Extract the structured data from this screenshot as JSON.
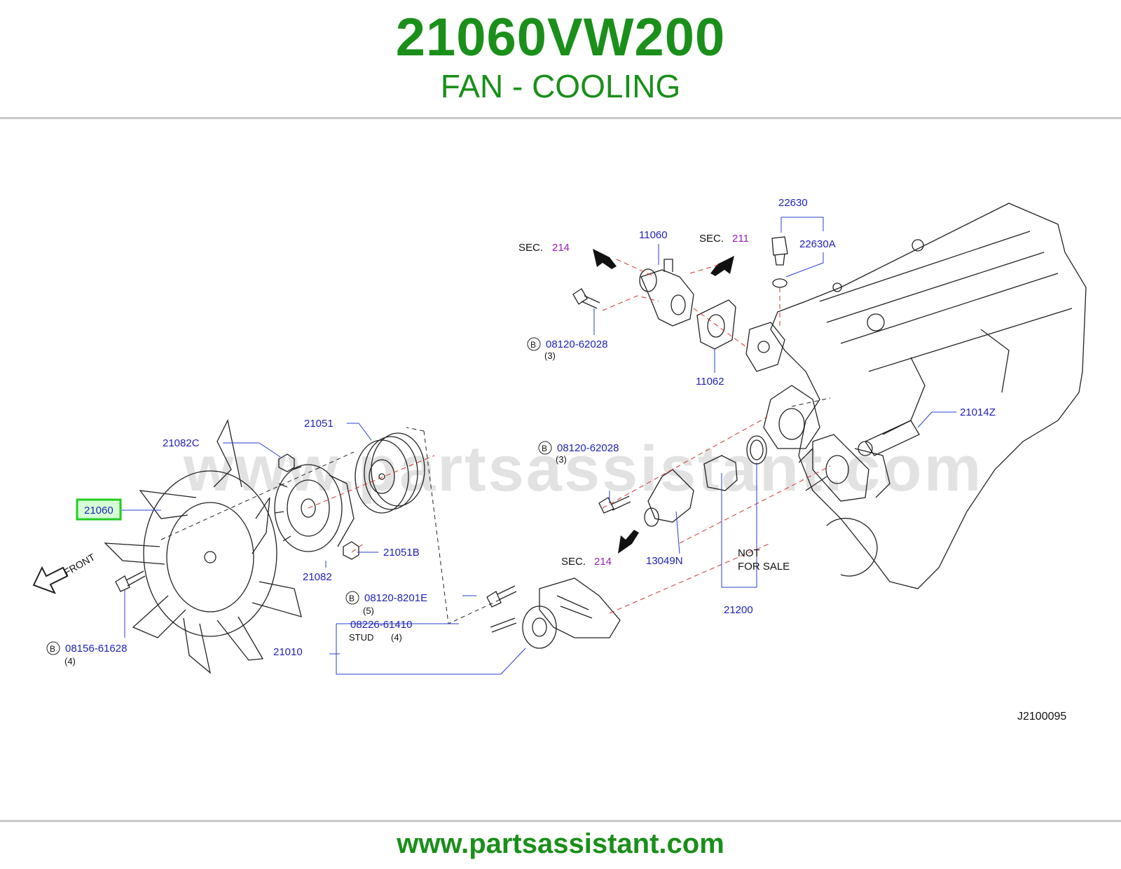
{
  "header": {
    "part_number": "21060VW200",
    "title": "FAN - COOLING"
  },
  "diagram": {
    "watermark": "www.partsassistant.com",
    "drawing_code": "J2100095",
    "labels": {
      "p21060": "21060",
      "p21082C": "21082C",
      "p21051": "21051",
      "p21051B": "21051B",
      "p21082": "21082",
      "p21010": "21010",
      "p08156": "08156-61628",
      "p08156_qty": "(4)",
      "p08120_8201E": "08120-8201E",
      "p08120_8201E_qty": "(5)",
      "p08226": "08226-61410",
      "stud": "STUD",
      "stud_qty": "(4)",
      "p11060": "11060",
      "p11062": "11062",
      "p08120_62028_a": "08120-62028",
      "p08120_62028_a_qty": "(3)",
      "p08120_62028_b": "08120-62028",
      "p08120_62028_b_qty": "(3)",
      "p22630": "22630",
      "p22630A": "22630A",
      "p21014Z": "21014Z",
      "p13049N": "13049N",
      "p21200": "21200",
      "not": "NOT",
      "for_sale": "FOR   SALE",
      "sec": "SEC.",
      "sec214_a": "214",
      "sec211": "211",
      "sec214_b": "214",
      "front": "FRONT",
      "b_marker": "B"
    },
    "highlight_color": "#22cc22",
    "label_color": "#1f1fb8",
    "section_color": "#9a1fb8"
  },
  "footer": {
    "url": "www.partsassistant.com"
  }
}
